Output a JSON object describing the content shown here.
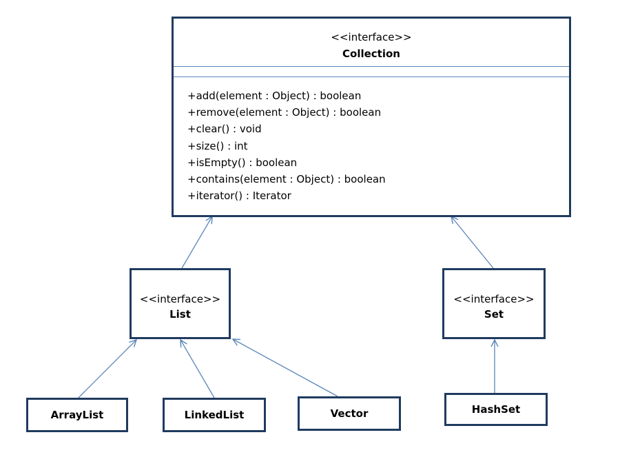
{
  "collection": {
    "stereotype": "<<interface>>",
    "name": "Collection",
    "methods": [
      "+add(element : Object) : boolean",
      "+remove(element : Object) : boolean",
      "+clear() : void",
      "+size() : int",
      "+isEmpty() : boolean",
      "+contains(element : Object) : boolean",
      "+iterator() : Iterator"
    ]
  },
  "list": {
    "stereotype": "<<interface>>",
    "name": "List"
  },
  "set": {
    "stereotype": "<<interface>>",
    "name": "Set"
  },
  "classes": {
    "arraylist": "ArrayList",
    "linkedlist": "LinkedList",
    "vector": "Vector",
    "hashset": "HashSet"
  },
  "colors": {
    "border": "#1f3a5f",
    "connector": "#5a86b8"
  }
}
